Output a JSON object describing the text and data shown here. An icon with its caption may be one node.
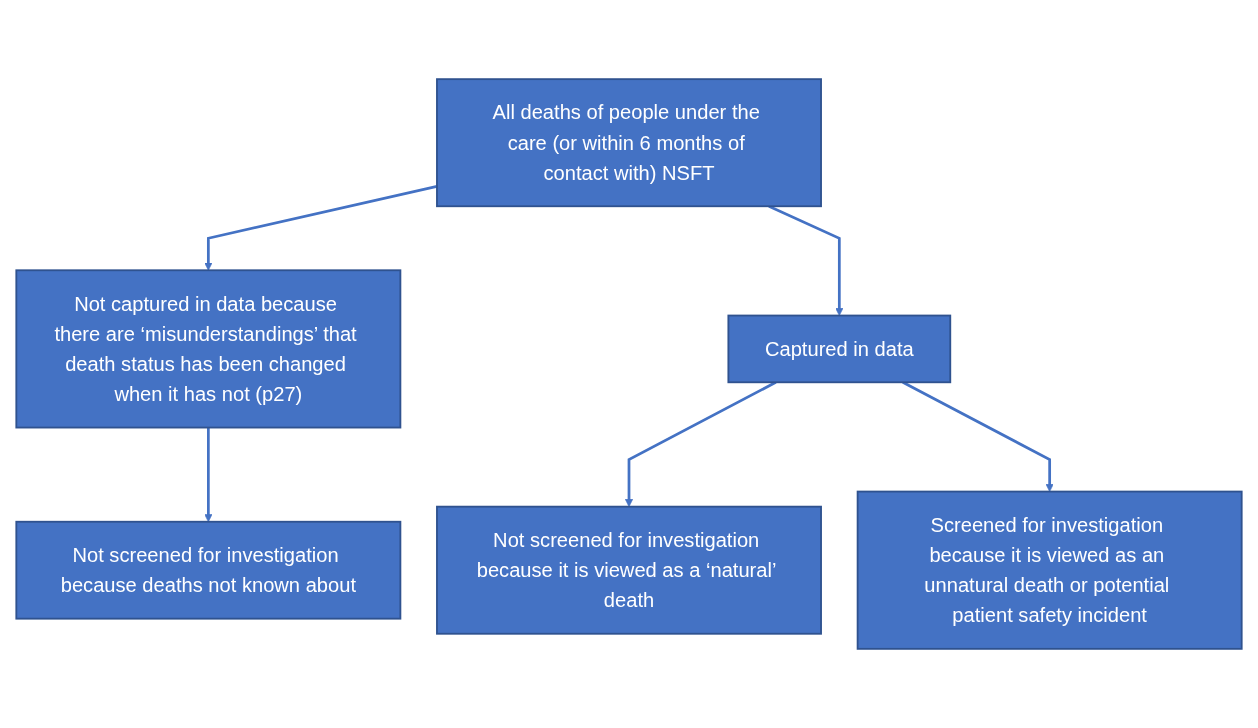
{
  "diagram": {
    "nodes": [
      {
        "text": [
          "All deaths of people under the care (or within 6 months of contact with) NSFT"
        ]
      },
      {
        "text": [
          "Not captured in data because there are ‘misunderstandings’ that death status has been changed when it has not (p27)"
        ]
      },
      {
        "text": [
          "Captured in data"
        ]
      },
      {
        "text": [
          "Not screened for investigation because deaths not known about"
        ]
      },
      {
        "text": [
          "Not screened for investigation because it is viewed as a ‘natural’ death"
        ]
      },
      {
        "text": [
          "Screened for investigation because it is viewed as an unnatural death or potential patient safety incident"
        ]
      }
    ],
    "edges": [
      {
        "from": 0,
        "to": 1,
        "arrow": "to"
      },
      {
        "from": 0,
        "to": 2,
        "arrow": "to"
      },
      {
        "from": 1,
        "to": 3,
        "arrow": "to"
      },
      {
        "from": 2,
        "to": 4,
        "arrow": "to"
      },
      {
        "from": 2,
        "to": 5,
        "arrow": "to"
      }
    ]
  }
}
